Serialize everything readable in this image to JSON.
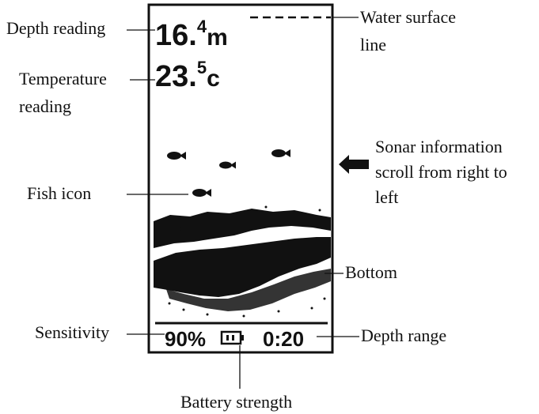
{
  "screen": {
    "depth": {
      "value": "16.",
      "decimal": "4",
      "unit": "m"
    },
    "temperature": {
      "value": "23.",
      "decimal": "5",
      "unit": "c"
    },
    "sensitivity": "90%",
    "depth_range": "0:20"
  },
  "callouts": {
    "depth_reading": "Depth reading",
    "temperature_line1": "Temperature",
    "temperature_line2": "reading",
    "fish_icon": "Fish icon",
    "sensitivity": "Sensitivity",
    "water_surface_line1": "Water surface",
    "water_surface_line2": "line",
    "sonar_line1": "Sonar information",
    "sonar_line2": "scroll from right to",
    "sonar_line3": "left",
    "bottom": "Bottom",
    "depth_range": "Depth range",
    "battery": "Battery strength"
  },
  "icons": {
    "fish": "fish-icon",
    "battery": "battery-icon",
    "arrow": "left-arrow-icon"
  }
}
